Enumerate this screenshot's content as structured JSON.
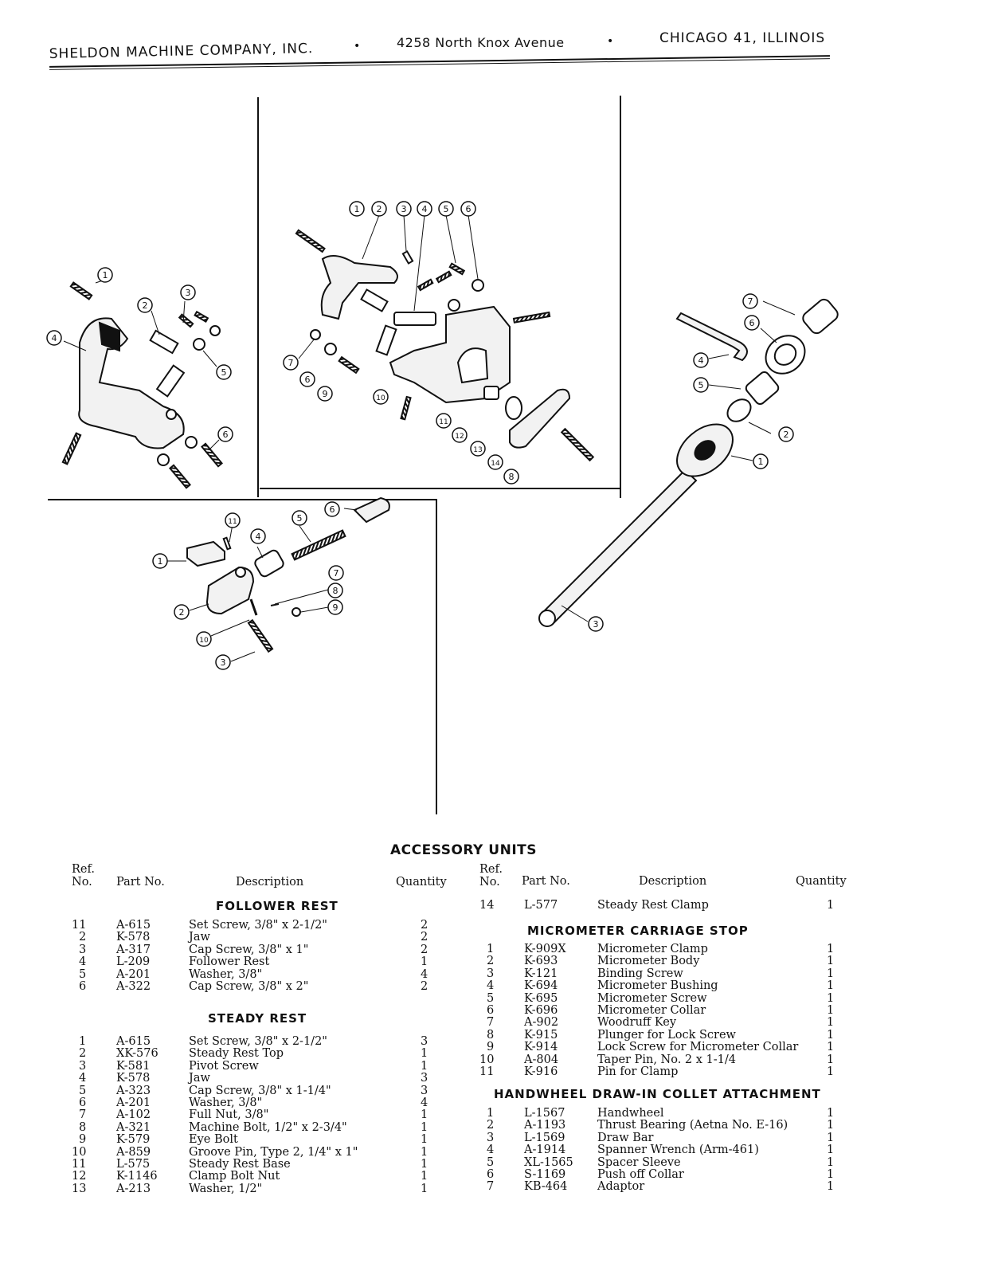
{
  "header": {
    "company": "SHELDON MACHINE COMPANY, INC.",
    "address": "4258 North Knox Avenue",
    "city": "CHICAGO 41, ILLINOIS",
    "bullet": "•"
  },
  "title": "ACCESSORY UNITS",
  "columns": {
    "ref_line1": "Ref.",
    "ref_line2": "No.",
    "part_no": "Part No.",
    "description": "Description",
    "quantity": "Quantity"
  },
  "sections": {
    "follower_rest": {
      "title": "FOLLOWER REST",
      "rows": [
        {
          "ref": "11",
          "part": "A-615",
          "desc": "Set Screw, 3/8\" x 2-1/2\"",
          "qty": "2"
        },
        {
          "ref": "2",
          "part": "K-578",
          "desc": "Jaw",
          "qty": "2"
        },
        {
          "ref": "3",
          "part": "A-317",
          "desc": "Cap Screw, 3/8\" x 1\"",
          "qty": "2"
        },
        {
          "ref": "4",
          "part": "L-209",
          "desc": "Follower Rest",
          "qty": "1"
        },
        {
          "ref": "5",
          "part": "A-201",
          "desc": "Washer, 3/8\"",
          "qty": "4"
        },
        {
          "ref": "6",
          "part": "A-322",
          "desc": "Cap Screw, 3/8\" x 2\"",
          "qty": "2"
        }
      ]
    },
    "steady_rest": {
      "title": "STEADY REST",
      "rows": [
        {
          "ref": "1",
          "part": "A-615",
          "desc": "Set Screw, 3/8\" x 2-1/2\"",
          "qty": "3"
        },
        {
          "ref": "2",
          "part": "XK-576",
          "desc": "Steady Rest Top",
          "qty": "1"
        },
        {
          "ref": "3",
          "part": "K-581",
          "desc": "Pivot Screw",
          "qty": "1"
        },
        {
          "ref": "4",
          "part": "K-578",
          "desc": "Jaw",
          "qty": "3"
        },
        {
          "ref": "5",
          "part": "A-323",
          "desc": "Cap Screw, 3/8\" x 1-1/4\"",
          "qty": "3"
        },
        {
          "ref": "6",
          "part": "A-201",
          "desc": "Washer, 3/8\"",
          "qty": "4"
        },
        {
          "ref": "7",
          "part": "A-102",
          "desc": "Full Nut, 3/8\"",
          "qty": "1"
        },
        {
          "ref": "8",
          "part": "A-321",
          "desc": "Machine Bolt, 1/2\" x 2-3/4\"",
          "qty": "1"
        },
        {
          "ref": "9",
          "part": "K-579",
          "desc": "Eye Bolt",
          "qty": "1"
        },
        {
          "ref": "10",
          "part": "A-859",
          "desc": "Groove Pin, Type 2, 1/4\" x 1\"",
          "qty": "1"
        },
        {
          "ref": "11",
          "part": "L-575",
          "desc": "Steady Rest Base",
          "qty": "1"
        },
        {
          "ref": "12",
          "part": "K-1146",
          "desc": "Clamp Bolt Nut",
          "qty": "1"
        },
        {
          "ref": "13",
          "part": "A-213",
          "desc": "Washer, 1/2\"",
          "qty": "1"
        }
      ]
    },
    "steady_rest_cont": {
      "rows": [
        {
          "ref": "14",
          "part": "L-577",
          "desc": "Steady Rest Clamp",
          "qty": "1"
        }
      ]
    },
    "micrometer_stop": {
      "title": "MICROMETER CARRIAGE STOP",
      "rows": [
        {
          "ref": "1",
          "part": "K-909X",
          "desc": "Micrometer Clamp",
          "qty": "1"
        },
        {
          "ref": "2",
          "part": "K-693",
          "desc": "Micrometer Body",
          "qty": "1"
        },
        {
          "ref": "3",
          "part": "K-121",
          "desc": "Binding Screw",
          "qty": "1"
        },
        {
          "ref": "4",
          "part": "K-694",
          "desc": "Micrometer Bushing",
          "qty": "1"
        },
        {
          "ref": "5",
          "part": "K-695",
          "desc": "Micrometer Screw",
          "qty": "1"
        },
        {
          "ref": "6",
          "part": "K-696",
          "desc": "Micrometer Collar",
          "qty": "1"
        },
        {
          "ref": "7",
          "part": "A-902",
          "desc": "Woodruff Key",
          "qty": "1"
        },
        {
          "ref": "8",
          "part": "K-915",
          "desc": "Plunger for Lock Screw",
          "qty": "1"
        },
        {
          "ref": "9",
          "part": "K-914",
          "desc": "Lock Screw for Micrometer Collar",
          "qty": "1"
        },
        {
          "ref": "10",
          "part": "A-804",
          "desc": "Taper Pin, No. 2 x 1-1/4",
          "qty": "1"
        },
        {
          "ref": "11",
          "part": "K-916",
          "desc": "Pin for Clamp",
          "qty": "1"
        }
      ]
    },
    "handwheel": {
      "title": "HANDWHEEL DRAW-IN COLLET ATTACHMENT",
      "rows": [
        {
          "ref": "1",
          "part": "L-1567",
          "desc": "Handwheel",
          "qty": "1"
        },
        {
          "ref": "2",
          "part": "A-1193",
          "desc": "Thrust Bearing (Aetna No. E-16)",
          "qty": "1"
        },
        {
          "ref": "3",
          "part": "L-1569",
          "desc": "Draw Bar",
          "qty": "1"
        },
        {
          "ref": "4",
          "part": "A-1914",
          "desc": "Spanner Wrench (Arm-461)",
          "qty": "1"
        },
        {
          "ref": "5",
          "part": "XL-1565",
          "desc": "Spacer Sleeve",
          "qty": "1"
        },
        {
          "ref": "6",
          "part": "S-1169",
          "desc": "Push off Collar",
          "qty": "1"
        },
        {
          "ref": "7",
          "part": "KB-464",
          "desc": "Adaptor",
          "qty": "1"
        }
      ]
    }
  },
  "callouts": {
    "follower": [
      "1",
      "2",
      "3",
      "4",
      "5",
      "6"
    ],
    "steady": [
      "1",
      "2",
      "3",
      "4",
      "5",
      "6",
      "7",
      "6",
      "9",
      "10",
      "11",
      "12",
      "13",
      "14",
      "8"
    ],
    "micrometer": [
      "1",
      "2",
      "3",
      "4",
      "5",
      "6",
      "7",
      "8",
      "9",
      "10",
      "11"
    ],
    "handwheel": [
      "1",
      "2",
      "3",
      "4",
      "5",
      "6",
      "7"
    ]
  }
}
